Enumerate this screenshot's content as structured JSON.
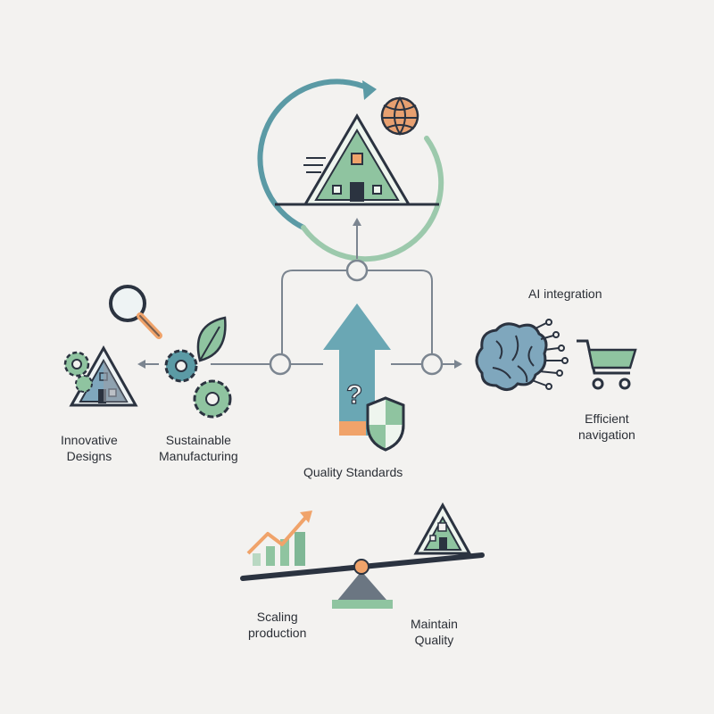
{
  "labels": {
    "ai_integration": "AI integration",
    "efficient_line1": "Efficient",
    "efficient_line2": "navigation",
    "innovative_line1": "Innovative",
    "innovative_line2": "Designs",
    "sustainable_line1": "Sustainable",
    "sustainable_line2": "Manufacturing",
    "quality_standards": "Quality Standards",
    "scaling_line1": "Scaling",
    "scaling_line2": "production",
    "maintain_line1": "Maintain",
    "maintain_line2": "Quality",
    "question_mark": "?"
  },
  "icons": {
    "house": "a-frame-house-icon",
    "cycle": "circular-arrow-icon",
    "globe": "globe-icon",
    "magnifier": "magnifying-glass-icon",
    "leaf": "leaf-icon",
    "gears": "gears-icon",
    "brain": "brain-icon",
    "cart": "shopping-cart-icon",
    "shield": "shield-icon",
    "growth": "growth-chart-icon",
    "seesaw": "balance-seesaw-icon"
  },
  "colors": {
    "ink": "#2b3340",
    "teal": "#5b9aa5",
    "green": "#8fc4a0",
    "blue_gray": "#7fa7bd",
    "orange": "#f0a36a",
    "light_bg": "#f3f2f0"
  }
}
